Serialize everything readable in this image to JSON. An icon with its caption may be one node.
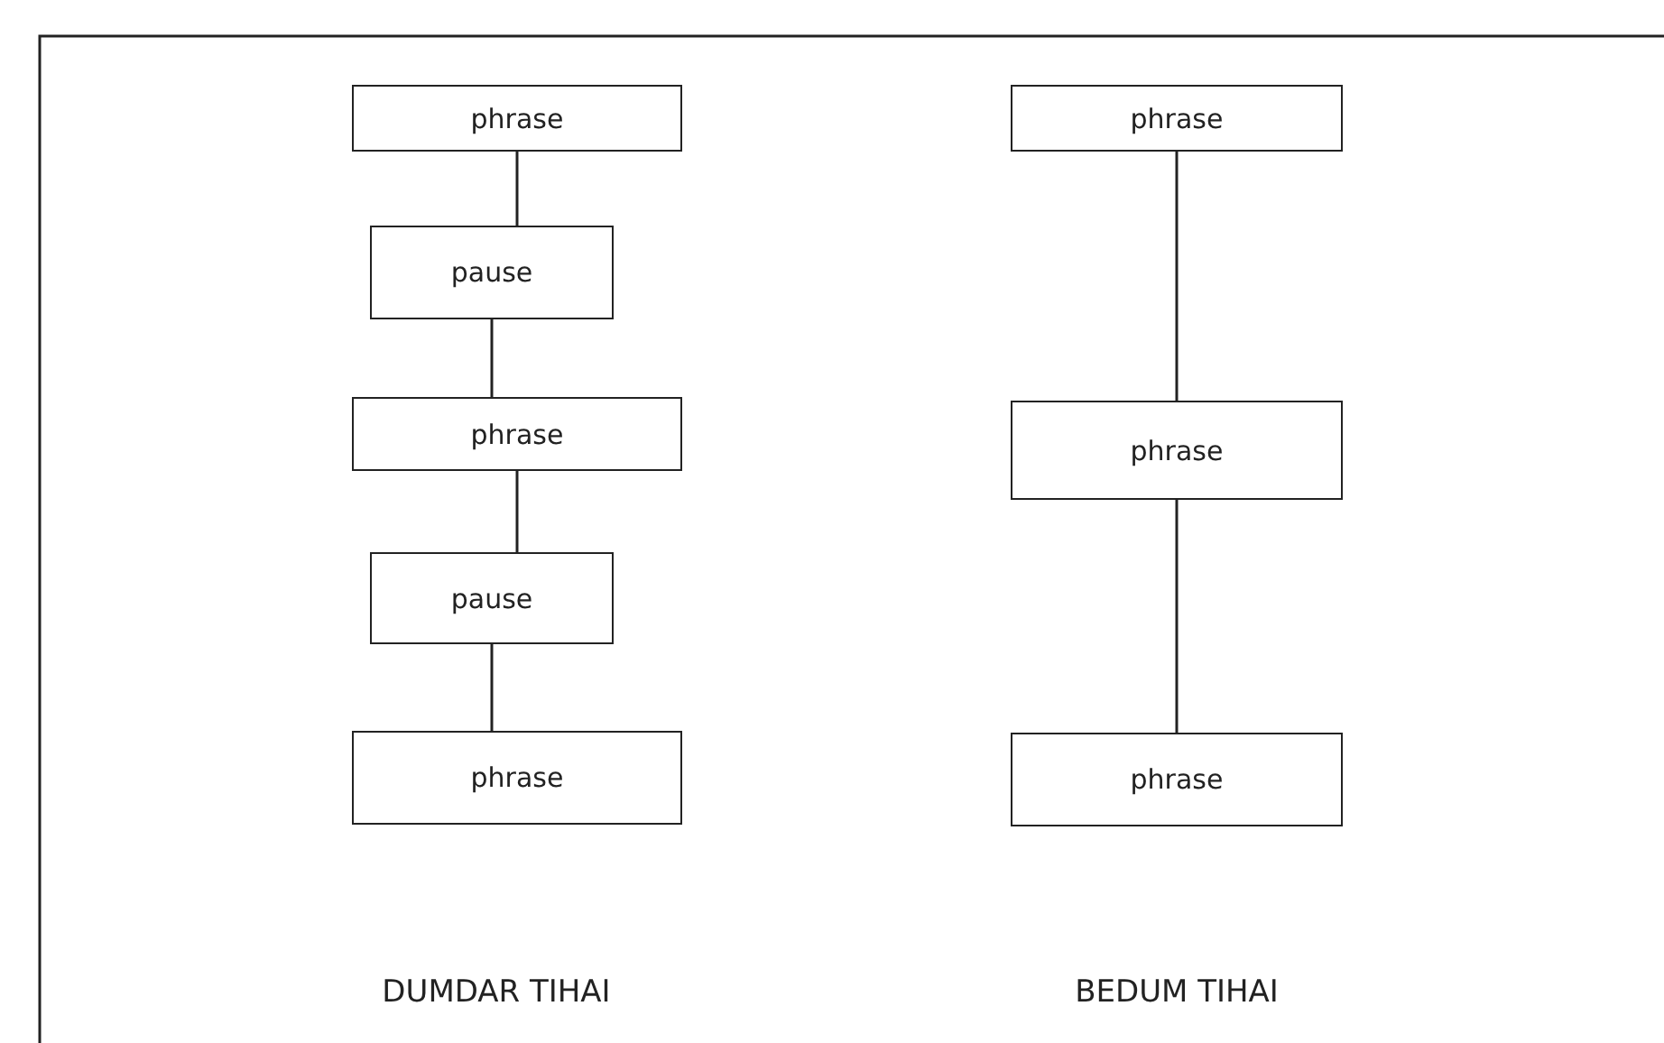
{
  "diagram": {
    "nodes": [
      {
        "text": [
          "phrase"
        ]
      },
      {
        "text": [
          "pause"
        ]
      },
      {
        "text": [
          "phrase"
        ]
      },
      {
        "text": [
          "pause"
        ]
      },
      {
        "text": [
          "phrase"
        ]
      },
      {
        "text": [
          "phrase"
        ]
      },
      {
        "text": [
          "phrase"
        ]
      },
      {
        "text": [
          "phrase"
        ]
      }
    ],
    "edges": [
      {
        "from": 0,
        "to": 1,
        "arrow": "none"
      },
      {
        "from": 1,
        "to": 2,
        "arrow": "none"
      },
      {
        "from": 2,
        "to": 3,
        "arrow": "none"
      },
      {
        "from": 3,
        "to": 4,
        "arrow": "none"
      },
      {
        "from": 5,
        "to": 6,
        "arrow": "none"
      },
      {
        "from": 6,
        "to": 7,
        "arrow": "none"
      }
    ],
    "labels": [
      "DUMDAR TIHAI",
      "BEDUM TIHAI"
    ]
  }
}
